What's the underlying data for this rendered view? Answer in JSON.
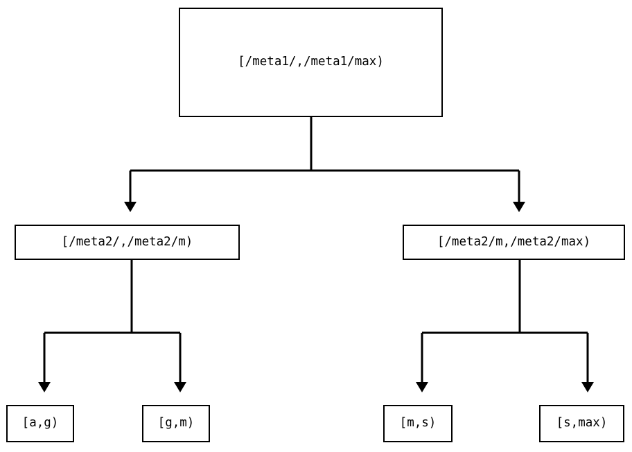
{
  "diagram": {
    "type": "tree",
    "title": "",
    "colors": {
      "background": "#ffffff",
      "stroke": "#000000",
      "node_fill": "#ffffff",
      "text": "#000000"
    },
    "nodes": [
      {
        "id": "root",
        "label": "[/meta1/,/meta1/max)",
        "level": 0
      },
      {
        "id": "mid_left",
        "label": "[/meta2/,/meta2/m)",
        "level": 1
      },
      {
        "id": "mid_right",
        "label": "[/meta2/m,/meta2/max)",
        "level": 1
      },
      {
        "id": "leaf_ag",
        "label": "[a,g)",
        "level": 2
      },
      {
        "id": "leaf_gm",
        "label": "[g,m)",
        "level": 2
      },
      {
        "id": "leaf_ms",
        "label": "[m,s)",
        "level": 2
      },
      {
        "id": "leaf_smax",
        "label": "[s,max)",
        "level": 2
      }
    ],
    "edges": [
      {
        "from": "root",
        "to": "mid_left",
        "arrow": true
      },
      {
        "from": "root",
        "to": "mid_right",
        "arrow": true
      },
      {
        "from": "mid_left",
        "to": "leaf_ag",
        "arrow": true
      },
      {
        "from": "mid_left",
        "to": "leaf_gm",
        "arrow": true
      },
      {
        "from": "mid_right",
        "to": "leaf_ms",
        "arrow": true
      },
      {
        "from": "mid_right",
        "to": "leaf_smax",
        "arrow": true
      }
    ]
  }
}
